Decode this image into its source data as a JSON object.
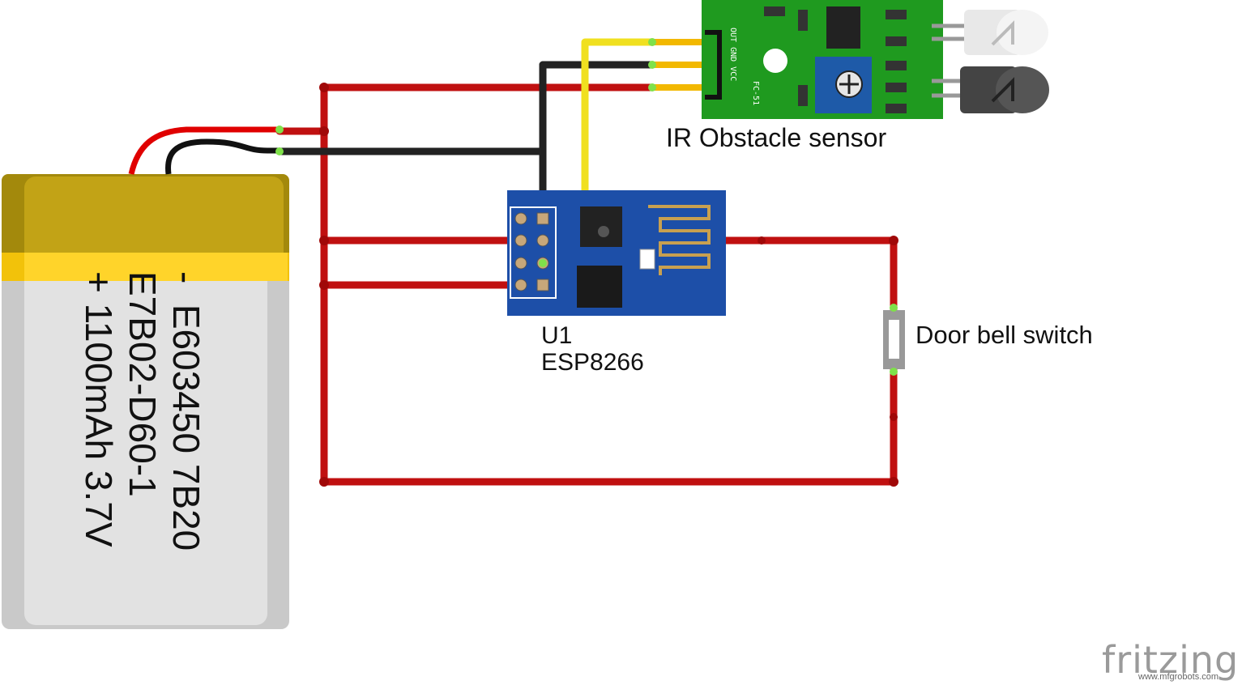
{
  "diagram": {
    "battery": {
      "lines": [
        "-  E603450 7B20",
        "E7B02-D60-1",
        "+ 1100mAh 3.7V"
      ]
    },
    "ir_sensor": {
      "label": "IR Obstacle sensor",
      "pins": [
        "OUT",
        "GND",
        "VCC"
      ],
      "board_label": "FC-51"
    },
    "esp": {
      "ref": "U1",
      "name": "ESP8266"
    },
    "switch": {
      "label": "Door bell switch"
    },
    "brand": {
      "logo": "fritzing",
      "watermark": "www.mfgrobots.com"
    },
    "colors": {
      "wire_power": "#c01010",
      "wire_ground": "#222222",
      "wire_signal": "#f0e020",
      "sensor_board": "#1a9a1a",
      "esp_board": "#1d4fa8",
      "battery_body": "#d9d9d9",
      "battery_top": "#b89a10"
    }
  }
}
